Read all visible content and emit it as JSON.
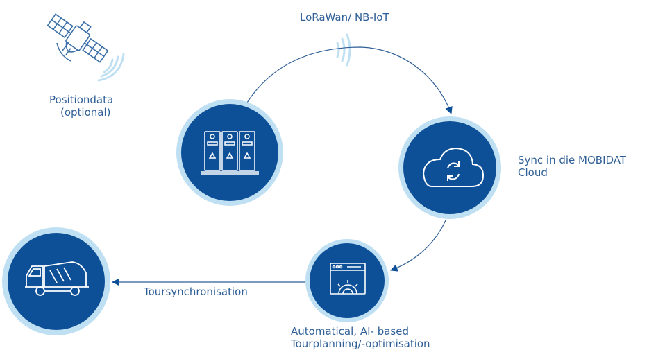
{
  "labels": {
    "network": "LoRaWan/ NB-IoT",
    "position_line1": "Positiondata",
    "position_line2": "(optional)",
    "sync_line1": "Sync in die MOBIDAT",
    "sync_line2": "Cloud",
    "tour_sync": "Toursynchronisation",
    "planning_line1": "Automatical, AI- based",
    "planning_line2": "Tourplanning/-optimisation"
  },
  "colors": {
    "text": "#2f5f96",
    "circle_fill": "#0e5098",
    "ring": "#bfe0f2",
    "line": "#2f5f96",
    "icon_line": "#3b6fa8"
  },
  "icons": {
    "satellite": "satellite-icon",
    "signal": "signal-waves-icon",
    "bins": "waste-bins-icon",
    "cloud": "cloud-sync-icon",
    "planning": "browser-gear-icon",
    "truck": "garbage-truck-icon"
  }
}
